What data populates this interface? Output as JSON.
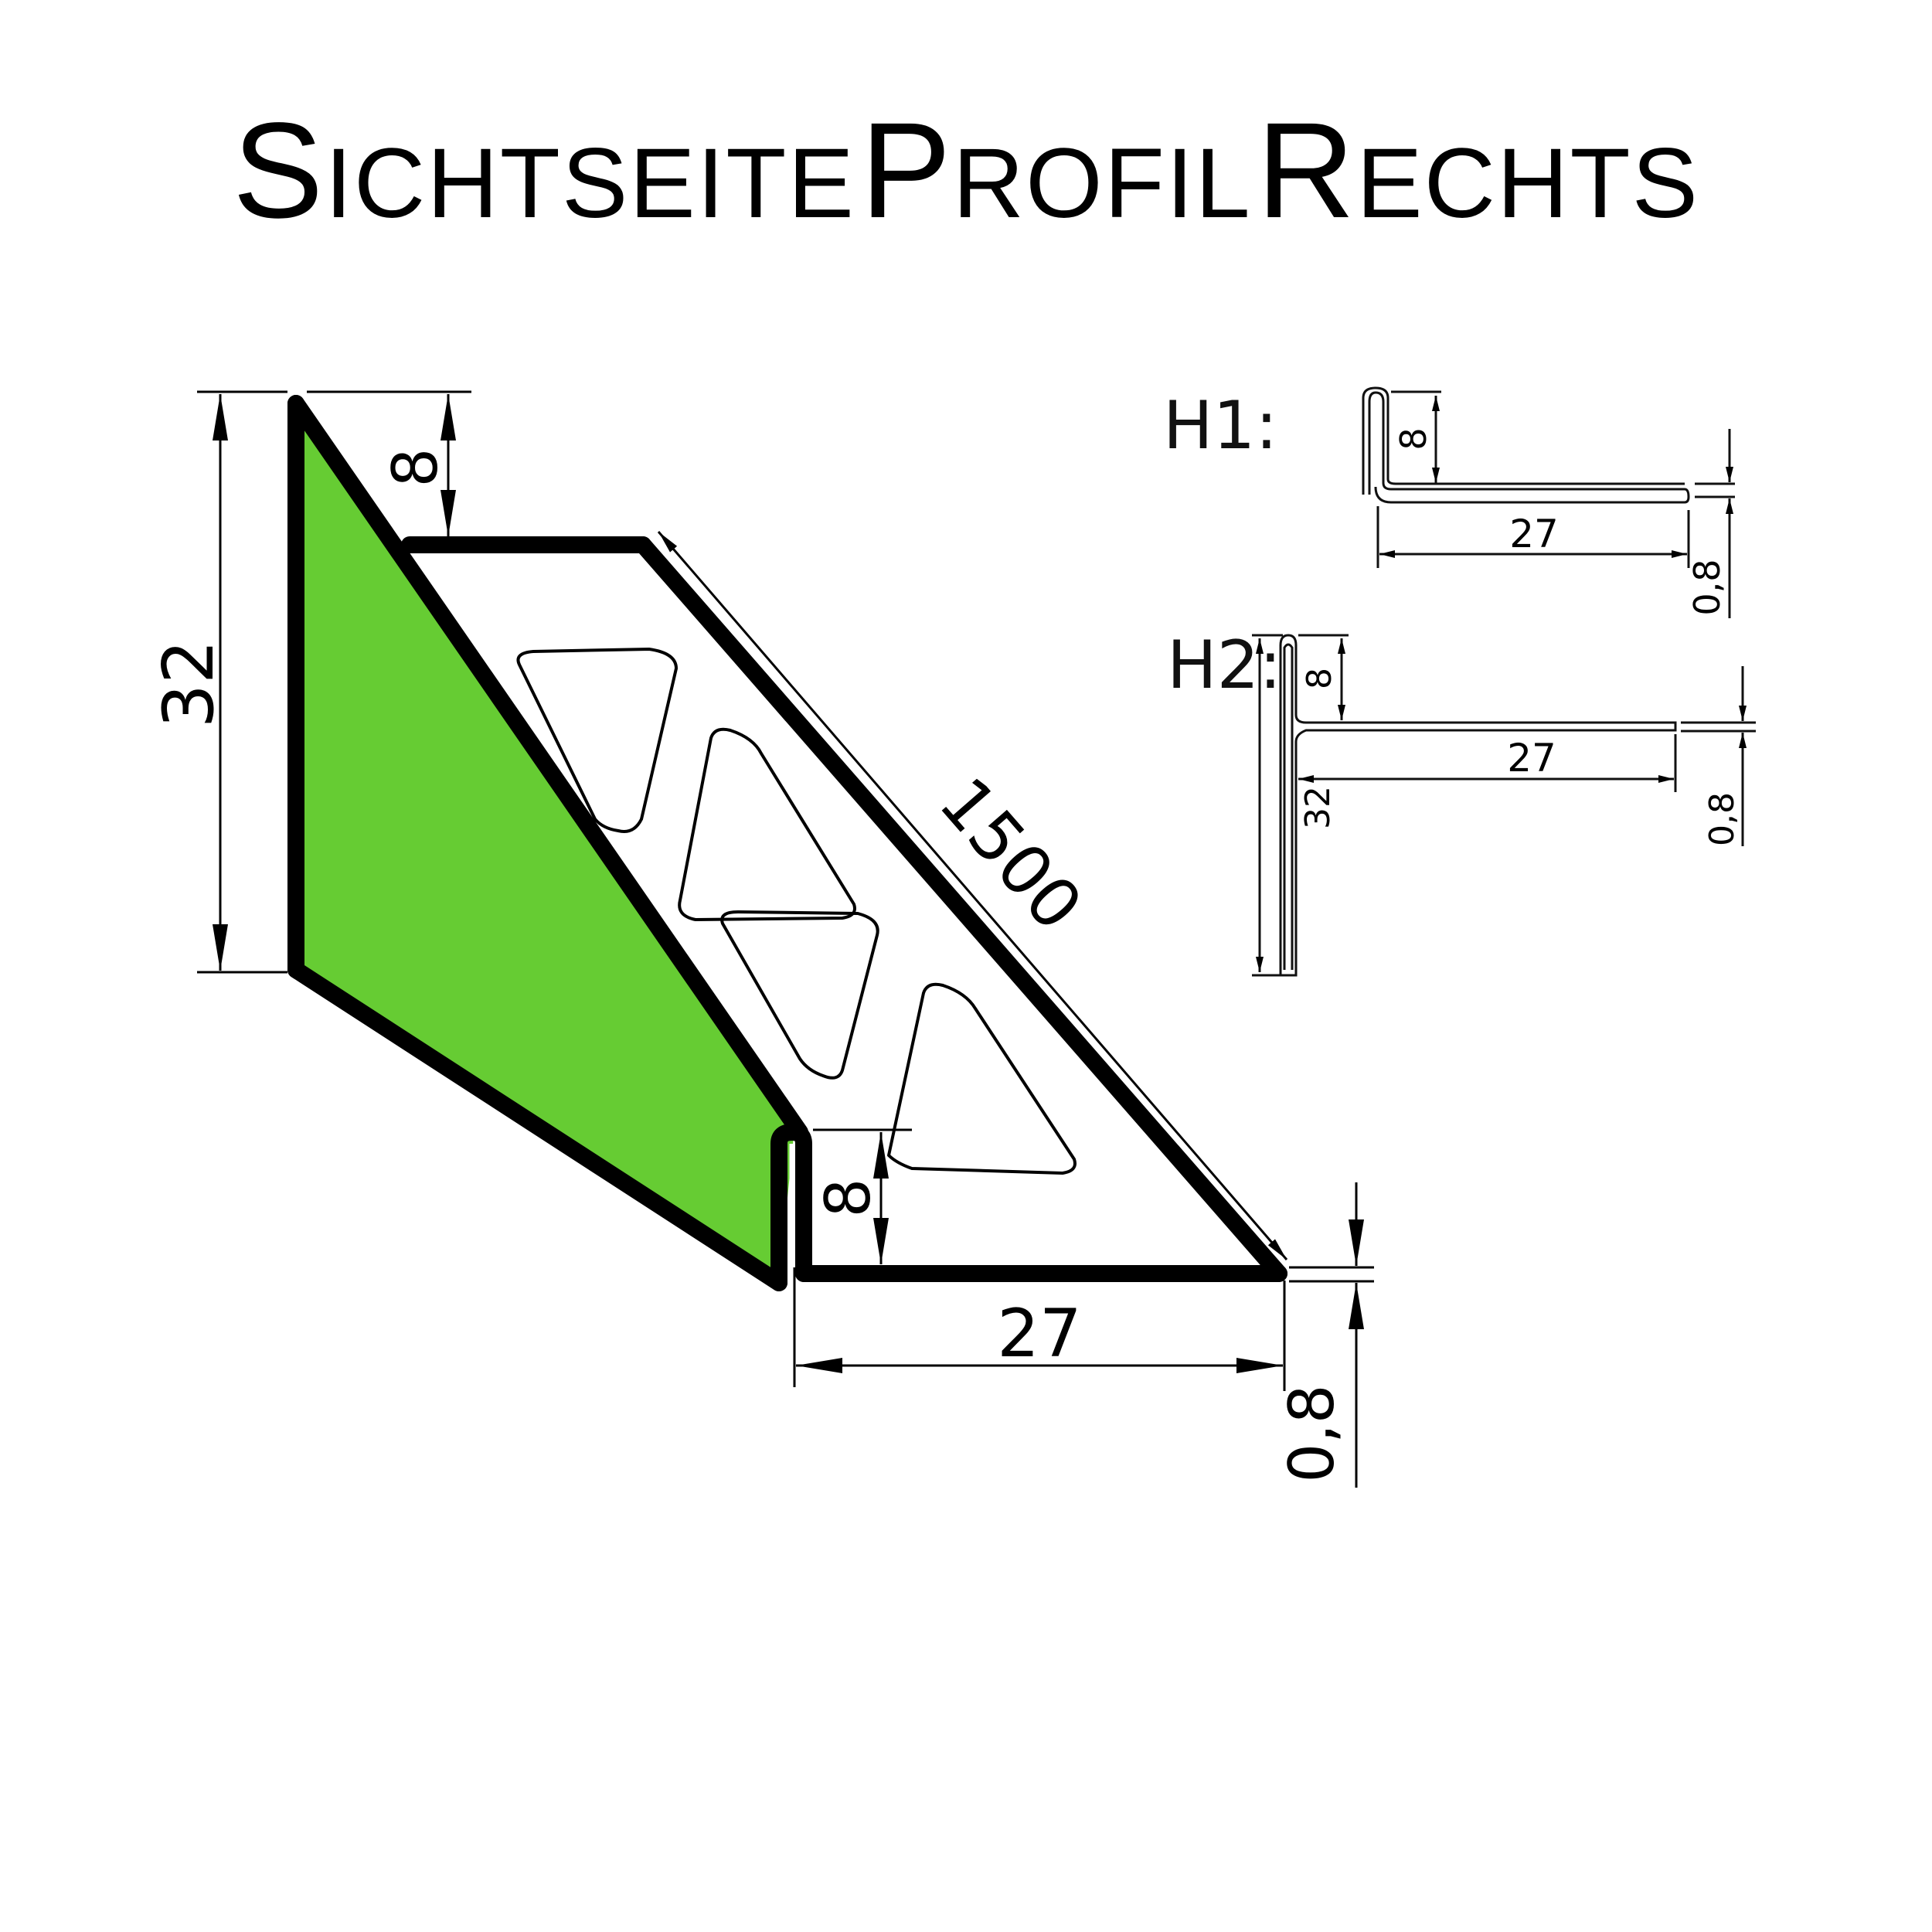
{
  "title": {
    "words": [
      {
        "initial": "S",
        "rest": "ICHTSEITE"
      },
      {
        "initial": "P",
        "rest": "ROFIL"
      },
      {
        "initial": "R",
        "rest": "ECHTS"
      }
    ],
    "full_text": "Sichtseite Profil Rechts"
  },
  "colors": {
    "visible_face": "#66CC33",
    "outline": "#000000",
    "background": "#FFFFFF"
  },
  "main_drawing": {
    "dimensions": {
      "height": "32",
      "top_flange_height": "8",
      "length": "1500",
      "bottom_flange_height": "8",
      "bottom_width": "27",
      "thickness": "0,8"
    },
    "perforations": 4
  },
  "variants": [
    {
      "label": "H1:",
      "dimensions": {
        "height": "8",
        "width": "27",
        "thickness": "0,8"
      }
    },
    {
      "label": "H2:",
      "dimensions": {
        "total_height": "32",
        "height": "8",
        "width": "27",
        "thickness": "0,8"
      }
    }
  ]
}
